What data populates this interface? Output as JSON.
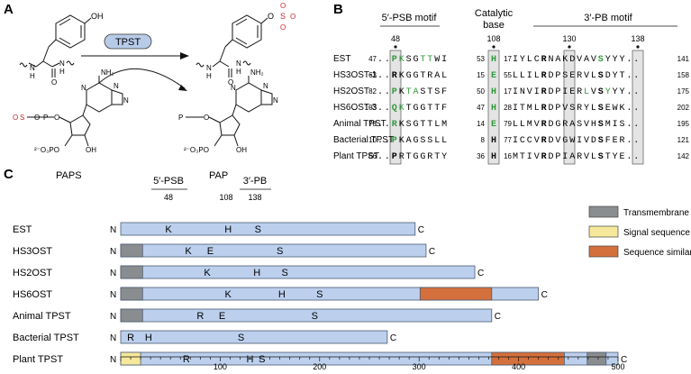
{
  "panels": {
    "a": "A",
    "b": "B",
    "c": "C"
  },
  "panel_a": {
    "enzyme": "TPST",
    "oh": "OH",
    "nh_left": "N",
    "h_left": "H",
    "nh_right": "N",
    "h_right": "H",
    "paps_label": "PAPS",
    "pap_label": "PAP",
    "adenine_nh2": "NH₂",
    "so3_sulfate": "S",
    "sulfate_o": "O",
    "phosphate_o": "O",
    "phosphate_p": "P",
    "ring_n": "N",
    "oh_sugar": "OH",
    "sugar_phosphate": "²⁻O₃PO"
  },
  "panel_b": {
    "headers": {
      "psb": "5′-PSB motif",
      "catalytic_line1": "Catalytic",
      "catalytic_line2": "base",
      "pb": "3′-PB motif"
    },
    "positions": {
      "p48": "48",
      "p108": "108",
      "p130": "130",
      "p138": "138"
    },
    "rows": [
      {
        "name": "EST",
        "start1": "47",
        "seq1": "..PKSGTTWI",
        "start2": "53",
        "res2": "H",
        "start3": "17",
        "seq3": "IYLCRNAKDVAVSYYY..",
        "end": "141"
      },
      {
        "name": "HS3OST-1",
        "start1": "63",
        "seq1": "..RKGGTRAL",
        "start2": "15",
        "res2": "E",
        "start3": "55",
        "seq3": "LLILRDPSERVLSDYT..",
        "end": "158"
      },
      {
        "name": "HS2OST",
        "start1": "82",
        "seq1": "..PKTASTSF",
        "start2": "50",
        "res2": "H",
        "start3": "17",
        "seq3": "INVIRDPIERLVSYYY..",
        "end": "175"
      },
      {
        "name": "HS6OST-3",
        "start1": "103",
        "seq1": "..QKTGGTTF",
        "start2": "47",
        "res2": "H",
        "start3": "28",
        "seq3": "ITMLRDPVSRYLSEWK..",
        "end": "202"
      },
      {
        "name": "Animal TPST",
        "start1": "78",
        "seq1": "..RKSGTTLM",
        "start2": "14",
        "res2": "E",
        "start3": "79",
        "seq3": "LLMVRDGRASVHSMIS..",
        "end": "195"
      },
      {
        "name": "Bacterial TPST",
        "start1": "10",
        "seq1": "..PKAGSSLL",
        "start2": "8",
        "res2": "H",
        "start3": "77",
        "seq3": "ICCVRDVGWIVDSFER..",
        "end": "121"
      },
      {
        "name": "Plant TPST",
        "start1": "66",
        "seq1": "..PRTGGRTY",
        "start2": "36",
        "res2": "H",
        "start3": "16",
        "seq3": "MTIVRDPIARVLSTYE..",
        "end": "142"
      }
    ]
  },
  "panel_c": {
    "header_psb": "5′-PSB",
    "header_pb": "3′-PB",
    "pos_48": "48",
    "pos_108": "108",
    "pos_138": "138",
    "n_label": "N",
    "c_label": "C",
    "rows": [
      {
        "name": "EST",
        "length": 296,
        "residues": [
          {
            "aa": "K",
            "pos": 48
          },
          {
            "aa": "H",
            "pos": 108
          },
          {
            "aa": "S",
            "pos": 138
          }
        ],
        "segments": []
      },
      {
        "name": "HS3OST",
        "length": 307,
        "residues": [
          {
            "aa": "K",
            "pos": 68
          },
          {
            "aa": "E",
            "pos": 90
          },
          {
            "aa": "S",
            "pos": 160
          }
        ],
        "segments": [
          {
            "type": "tm",
            "start": 1,
            "end": 22
          }
        ]
      },
      {
        "name": "HS2OST",
        "length": 356,
        "residues": [
          {
            "aa": "K",
            "pos": 87
          },
          {
            "aa": "H",
            "pos": 137
          },
          {
            "aa": "S",
            "pos": 165
          }
        ],
        "segments": [
          {
            "type": "tm",
            "start": 1,
            "end": 22
          }
        ]
      },
      {
        "name": "HS6OST",
        "length": 420,
        "residues": [
          {
            "aa": "K",
            "pos": 108
          },
          {
            "aa": "H",
            "pos": 162
          },
          {
            "aa": "S",
            "pos": 200
          }
        ],
        "segments": [
          {
            "type": "tm",
            "start": 1,
            "end": 22
          },
          {
            "type": "sim",
            "start": 302,
            "end": 373
          }
        ]
      },
      {
        "name": "Animal TPST",
        "length": 373,
        "residues": [
          {
            "aa": "R",
            "pos": 80
          },
          {
            "aa": "E",
            "pos": 102
          },
          {
            "aa": "S",
            "pos": 195
          }
        ],
        "segments": [
          {
            "type": "tm",
            "start": 1,
            "end": 22
          }
        ]
      },
      {
        "name": "Bacterial TPST",
        "length": 268,
        "residues": [
          {
            "aa": "R",
            "pos": 10
          },
          {
            "aa": "H",
            "pos": 28
          },
          {
            "aa": "S",
            "pos": 121
          }
        ],
        "segments": []
      },
      {
        "name": "Plant TPST",
        "length": 500,
        "residues": [
          {
            "aa": "R",
            "pos": 66
          },
          {
            "aa": "H",
            "pos": 130
          },
          {
            "aa": "S",
            "pos": 142
          }
        ],
        "segments": [
          {
            "type": "sig",
            "start": 1,
            "end": 20
          },
          {
            "type": "sim",
            "start": 374,
            "end": 446
          },
          {
            "type": "tm",
            "start": 470,
            "end": 488
          }
        ]
      }
    ],
    "axis_ticks": [
      100,
      200,
      300,
      400,
      500
    ],
    "axis_max": 500,
    "legend": [
      {
        "label": "Transmembrane helix",
        "color": "#8a8d90"
      },
      {
        "label": "Signal sequence",
        "color": "#f6e89a"
      },
      {
        "label": "Sequence similarity",
        "color": "#d4703c"
      }
    ],
    "bar_color": "#bcd0ee"
  },
  "colors": {
    "red": "#cc2a2a",
    "green": "#2f9a3a",
    "enzyme_pill": "#b7cbe8",
    "box_fill": "#e4e4e4"
  }
}
